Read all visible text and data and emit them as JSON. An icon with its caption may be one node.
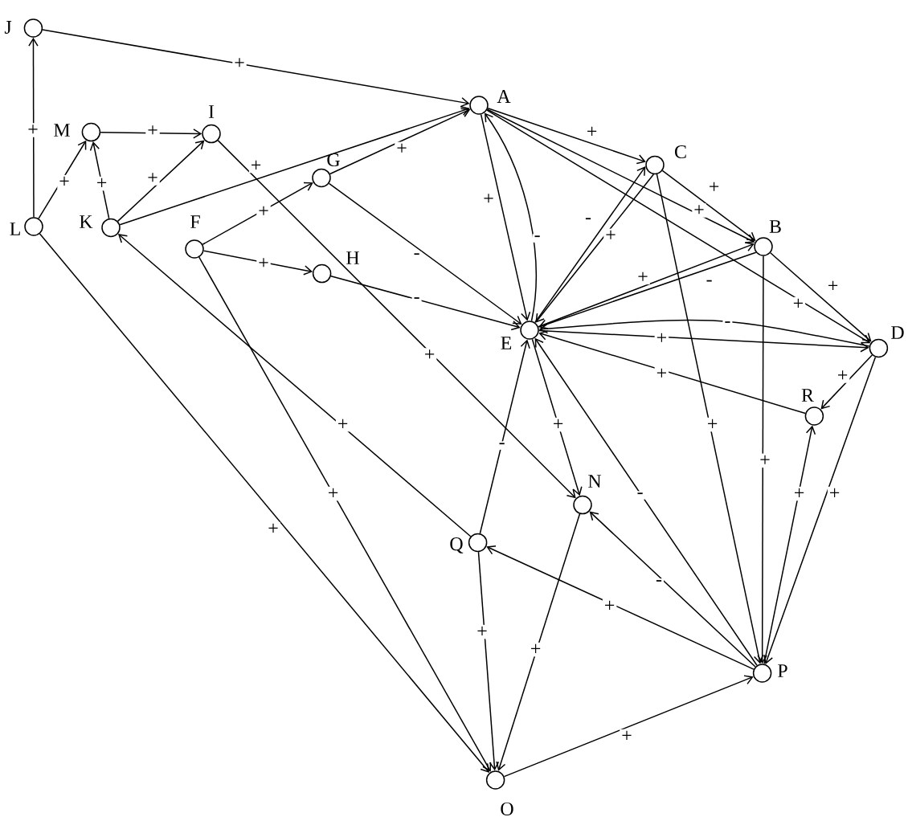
{
  "diagram": {
    "nodes": [
      {
        "text": [],
        "shape": "circle",
        "beside": [
          "J"
        ]
      },
      {
        "text": [],
        "shape": "circle",
        "beside": [
          "A"
        ]
      },
      {
        "text": [],
        "shape": "circle",
        "beside": [
          "M"
        ]
      },
      {
        "text": [],
        "shape": "circle",
        "beside": [
          "I"
        ]
      },
      {
        "text": [],
        "shape": "circle",
        "beside": [
          "C"
        ]
      },
      {
        "text": [],
        "shape": "circle",
        "beside": [
          "G"
        ]
      },
      {
        "text": [],
        "shape": "circle",
        "beside": [
          "L"
        ]
      },
      {
        "text": [],
        "shape": "circle",
        "beside": [
          "K"
        ]
      },
      {
        "text": [],
        "shape": "circle",
        "beside": [
          "B"
        ]
      },
      {
        "text": [],
        "shape": "circle",
        "beside": [
          "F"
        ]
      },
      {
        "text": [],
        "shape": "circle",
        "beside": [
          "H"
        ]
      },
      {
        "text": [],
        "shape": "circle",
        "beside": [
          "E"
        ]
      },
      {
        "text": [],
        "shape": "circle",
        "beside": [
          "D"
        ]
      },
      {
        "text": [],
        "shape": "circle",
        "beside": [
          "R"
        ]
      },
      {
        "text": [],
        "shape": "circle",
        "beside": [
          "N"
        ]
      },
      {
        "text": [],
        "shape": "circle",
        "beside": [
          "Q"
        ]
      },
      {
        "text": [],
        "shape": "circle",
        "beside": [
          "P"
        ]
      },
      {
        "text": [],
        "shape": "circle",
        "beside": [
          "O"
        ]
      }
    ],
    "edges": [
      {
        "from": 0,
        "to": 1,
        "arrow": "to",
        "label": "+"
      },
      {
        "from": 6,
        "to": 0,
        "arrow": "to",
        "label": "+"
      },
      {
        "from": 6,
        "to": 2,
        "arrow": "to",
        "label": "+"
      },
      {
        "from": 7,
        "to": 2,
        "arrow": "to",
        "label": "+"
      },
      {
        "from": 2,
        "to": 3,
        "arrow": "to",
        "label": "+"
      },
      {
        "from": 7,
        "to": 3,
        "arrow": "to",
        "label": "+"
      },
      {
        "from": 7,
        "to": 1,
        "arrow": "to",
        "label": "+"
      },
      {
        "from": 9,
        "to": 5,
        "arrow": "to",
        "label": "+"
      },
      {
        "from": 5,
        "to": 1,
        "arrow": "to",
        "label": "+"
      },
      {
        "from": 9,
        "to": 10,
        "arrow": "to",
        "label": "+"
      },
      {
        "from": 5,
        "to": 11,
        "arrow": "to",
        "label": "-"
      },
      {
        "from": 10,
        "to": 11,
        "arrow": "to",
        "label": "-"
      },
      {
        "from": 3,
        "to": 14,
        "arrow": "to",
        "label": "+"
      },
      {
        "from": 6,
        "to": 17,
        "arrow": "to",
        "label": "+"
      },
      {
        "from": 9,
        "to": 17,
        "arrow": "to",
        "label": "+"
      },
      {
        "from": 15,
        "to": 7,
        "arrow": "to",
        "label": "+"
      },
      {
        "from": 1,
        "to": 4,
        "arrow": "to",
        "label": "+"
      },
      {
        "from": 1,
        "to": 8,
        "arrow": "to",
        "label": "+"
      },
      {
        "from": 1,
        "to": 12,
        "arrow": "to",
        "label": "+"
      },
      {
        "from": 4,
        "to": 8,
        "arrow": "to",
        "label": "+"
      },
      {
        "from": 8,
        "to": 12,
        "arrow": "to",
        "label": "+"
      },
      {
        "from": 1,
        "to": 11,
        "arrow": "to",
        "label": "+"
      },
      {
        "from": 11,
        "to": 1,
        "arrow": "to",
        "label": "-"
      },
      {
        "from": 11,
        "to": 4,
        "arrow": "to",
        "label": "-"
      },
      {
        "from": 4,
        "to": 11,
        "arrow": "to",
        "label": "+"
      },
      {
        "from": 11,
        "to": 8,
        "arrow": "to",
        "label": "+"
      },
      {
        "from": 8,
        "to": 11,
        "arrow": "to",
        "label": "-"
      },
      {
        "from": 12,
        "to": 11,
        "arrow": "to",
        "label": "-"
      },
      {
        "from": 11,
        "to": 12,
        "arrow": "to",
        "label": "+"
      },
      {
        "from": 13,
        "to": 11,
        "arrow": "to",
        "label": "+"
      },
      {
        "from": 12,
        "to": 13,
        "arrow": "to",
        "label": "+"
      },
      {
        "from": 11,
        "to": 14,
        "arrow": "to",
        "label": "+"
      },
      {
        "from": 15,
        "to": 11,
        "arrow": "to",
        "label": "-"
      },
      {
        "from": 16,
        "to": 11,
        "arrow": "to",
        "label": "-"
      },
      {
        "from": 4,
        "to": 16,
        "arrow": "to",
        "label": "+"
      },
      {
        "from": 8,
        "to": 16,
        "arrow": "to",
        "label": "+"
      },
      {
        "from": 16,
        "to": 13,
        "arrow": "to",
        "label": "+"
      },
      {
        "from": 12,
        "to": 16,
        "arrow": "to",
        "label": "+"
      },
      {
        "from": 16,
        "to": 14,
        "arrow": "to",
        "label": "-"
      },
      {
        "from": 16,
        "to": 15,
        "arrow": "to",
        "label": "+"
      },
      {
        "from": 15,
        "to": 17,
        "arrow": "to",
        "label": "+"
      },
      {
        "from": 14,
        "to": 17,
        "arrow": "to",
        "label": "+"
      },
      {
        "from": 17,
        "to": 16,
        "arrow": "to",
        "label": "+"
      }
    ]
  }
}
